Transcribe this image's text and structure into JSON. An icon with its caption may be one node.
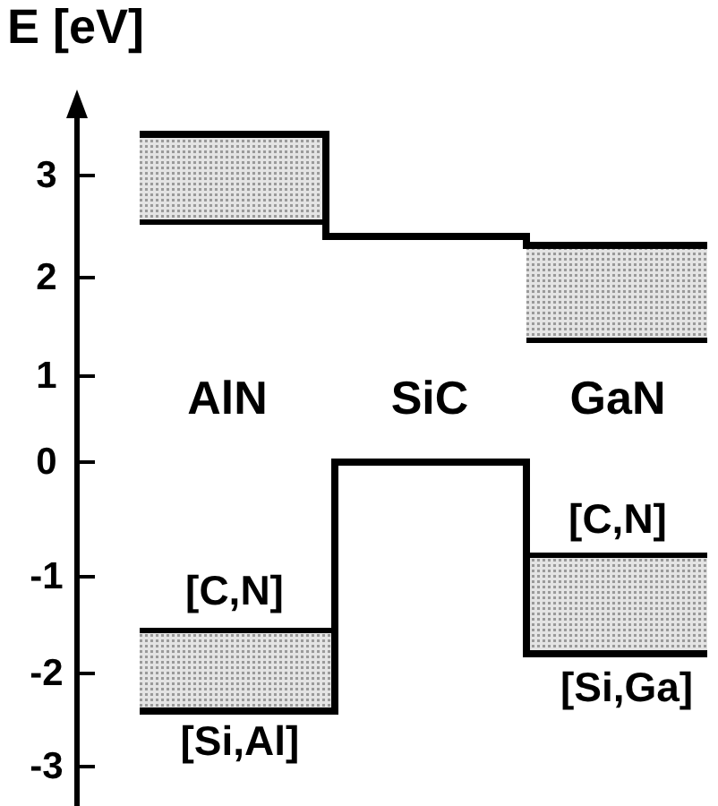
{
  "diagram": {
    "title": "E [eV]",
    "labels": [
      "3",
      "2",
      "1",
      "0",
      "-1",
      "-2",
      "-3",
      "AlN",
      "SiC",
      "GaN",
      "[C,N]",
      "[C,N]",
      "[Si,Ga]",
      "[Si,Al]"
    ]
  }
}
